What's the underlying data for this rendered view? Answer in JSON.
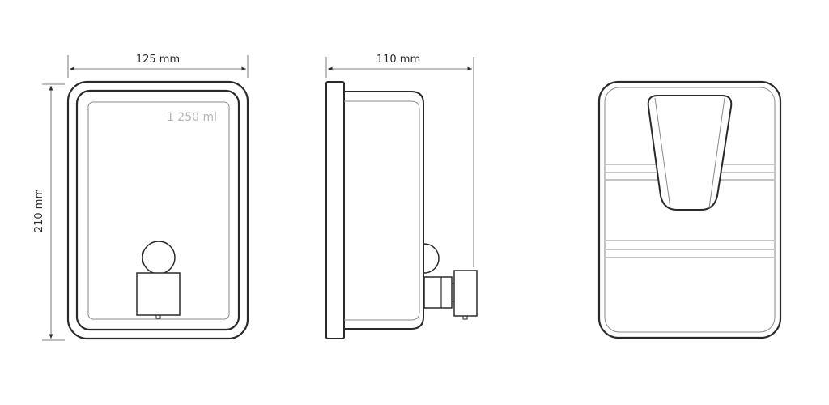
{
  "front_view": {
    "width_label": "125 mm",
    "height_label": "210 mm",
    "capacity_label": "1 250 ml"
  },
  "side_view": {
    "depth_label": "110 mm"
  },
  "back_view": {},
  "colors": {
    "line": "#2a2a2a",
    "thin": "#8a8a8a",
    "capacity_text": "#b5b5b5"
  }
}
